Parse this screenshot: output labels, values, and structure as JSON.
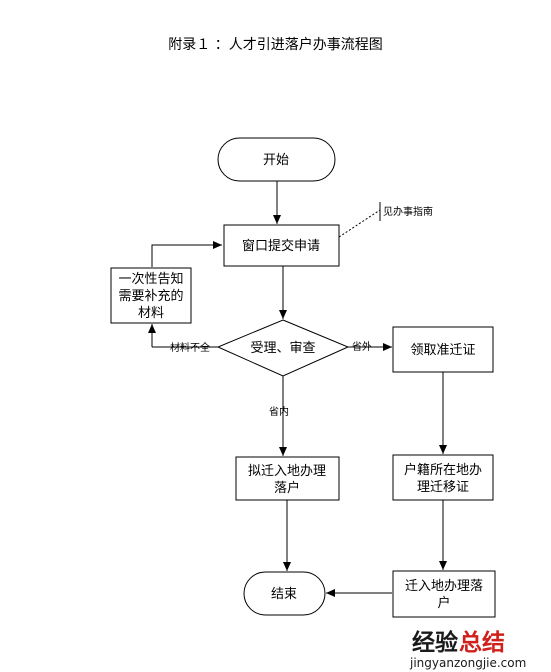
{
  "title": "附录１ ：人才引进落户办事流程图",
  "nodes": {
    "start": "开始",
    "apply": "窗口提交申请",
    "guide_note": "见办事指南",
    "notify_line1": "一次性告知",
    "notify_line2": "需要补充的",
    "notify_line3": "材料",
    "review": "受理、审查",
    "permit": "领取准迁证",
    "settle_line1": "拟迁入地办理",
    "settle_line2": "落户",
    "transfer_line1": "户籍所在地办",
    "transfer_line2": "理迁移证",
    "move_line1": "迁入地办理落",
    "move_line2": "户",
    "end": "结束"
  },
  "edge_labels": {
    "incomplete": "材料不全",
    "outside_province": "省外",
    "inside_province": "省内"
  },
  "watermark": {
    "brand_part1": "经验",
    "brand_part2": "总结",
    "url": "jingyanzongjie.com"
  }
}
